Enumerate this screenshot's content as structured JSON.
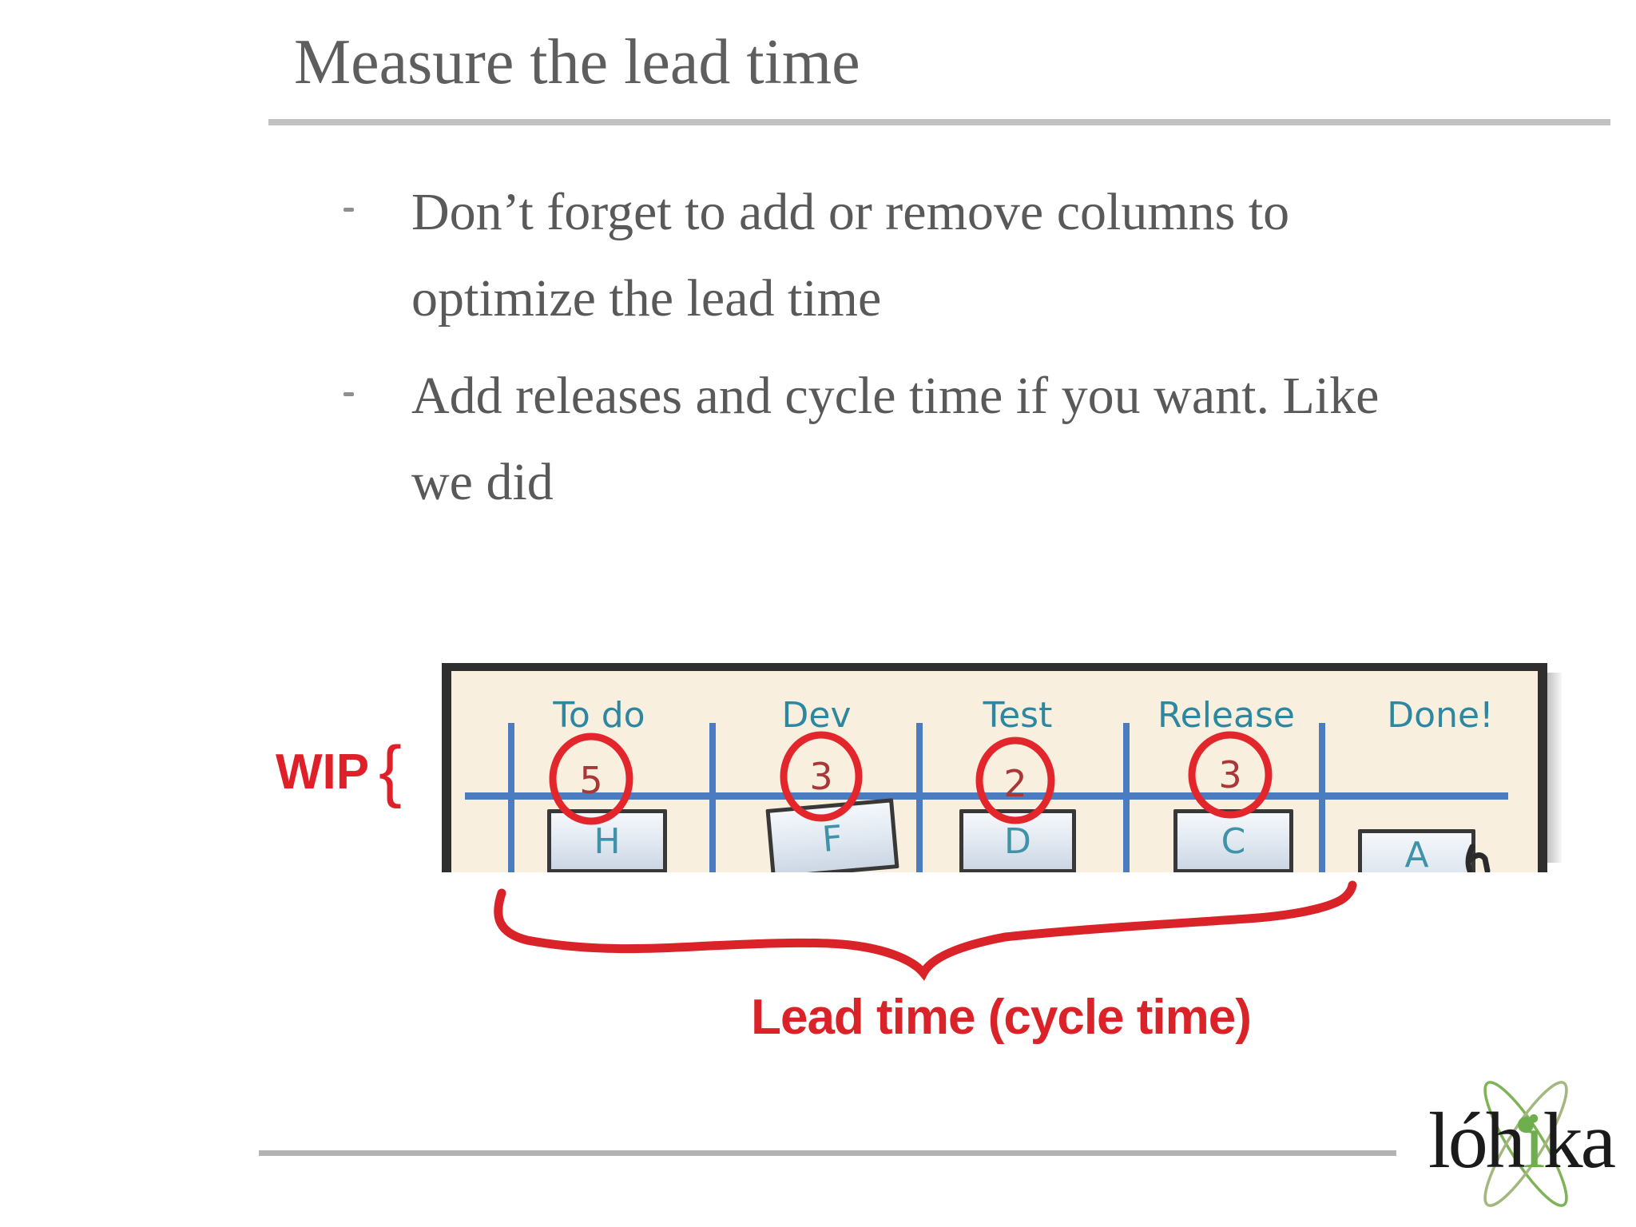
{
  "slide": {
    "title": "Measure the lead time",
    "bullets": [
      {
        "lines": [
          "Don’t forget to add or remove columns to",
          "optimize the lead time"
        ]
      },
      {
        "lines": [
          "Add releases and cycle time if you want. Like",
          "we did"
        ]
      }
    ]
  },
  "kanban": {
    "wip_label": "WIP",
    "wip_brace": "{",
    "columns": [
      {
        "name": "To do",
        "wip_limit": "5",
        "card": "H"
      },
      {
        "name": "Dev",
        "wip_limit": "3",
        "card": "F"
      },
      {
        "name": "Test",
        "wip_limit": "2",
        "card": "D"
      },
      {
        "name": "Release",
        "wip_limit": "3",
        "card": "C"
      },
      {
        "name": "Done!",
        "wip_limit": "",
        "card": "A"
      }
    ],
    "caption": "Lead time (cycle time)"
  },
  "logo": {
    "pre": "lóh",
    "accent": "i",
    "post": "ka"
  },
  "colors": {
    "text_gray": "#595959",
    "divider_gray": "#bfbfbf",
    "board_cream": "#f8efdf",
    "board_border": "#2f2f2f",
    "line_blue": "#4a7cbf",
    "header_teal": "#2e87a0",
    "circle_red": "#e3262b",
    "number_red": "#a83838",
    "annotation_red": "#da2328",
    "logo_green": "#6fae4e"
  }
}
